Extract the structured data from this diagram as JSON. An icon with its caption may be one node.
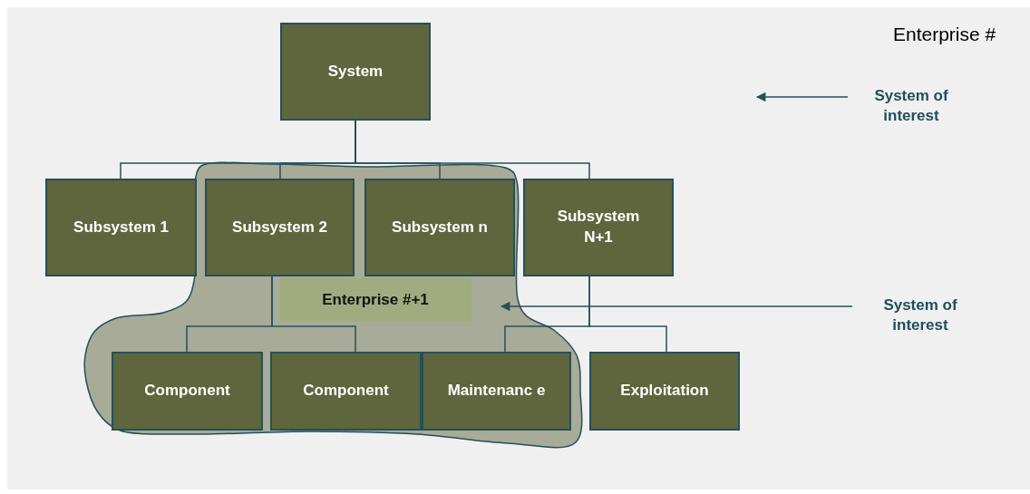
{
  "diagram": {
    "nodes": [
      {
        "text": [
          "System"
        ]
      },
      {
        "text": [
          "System of interest"
        ]
      },
      {
        "text": [
          "Subsystem 1"
        ]
      },
      {
        "text": [],
        "shape": "cloud"
      },
      {
        "text": [
          "Subsystem 2"
        ],
        "in": 3
      },
      {
        "text": [
          "Subsystem n"
        ],
        "in": 3
      },
      {
        "text": [
          "Subsystem N+1"
        ]
      },
      {
        "text": [
          "Enterprise #+1"
        ],
        "in": 3
      },
      {
        "text": [
          "System of interest"
        ]
      },
      {
        "text": [
          "Component"
        ],
        "in": 3
      },
      {
        "text": [
          "Component"
        ],
        "in": 3
      },
      {
        "text": [
          "Maintenanc e"
        ],
        "in": 3
      },
      {
        "text": [
          "Exploitation"
        ]
      }
    ],
    "edges": [
      {
        "from": 0,
        "to": 2,
        "arrow": "none"
      },
      {
        "from": 0,
        "to": 4,
        "arrow": "none"
      },
      {
        "from": 0,
        "to": 5,
        "arrow": "none"
      },
      {
        "from": 0,
        "to": 6,
        "arrow": "none"
      },
      {
        "from": 4,
        "to": 9,
        "arrow": "none"
      },
      {
        "from": 4,
        "to": 10,
        "arrow": "none"
      },
      {
        "from": 6,
        "to": 11,
        "arrow": "none"
      },
      {
        "from": 6,
        "to": 12,
        "arrow": "none"
      },
      {
        "from": 1,
        "to": null,
        "arrow": "to"
      },
      {
        "from": 8,
        "to": 3,
        "arrow": "to"
      }
    ],
    "labels": [
      "Enterprise #"
    ]
  }
}
